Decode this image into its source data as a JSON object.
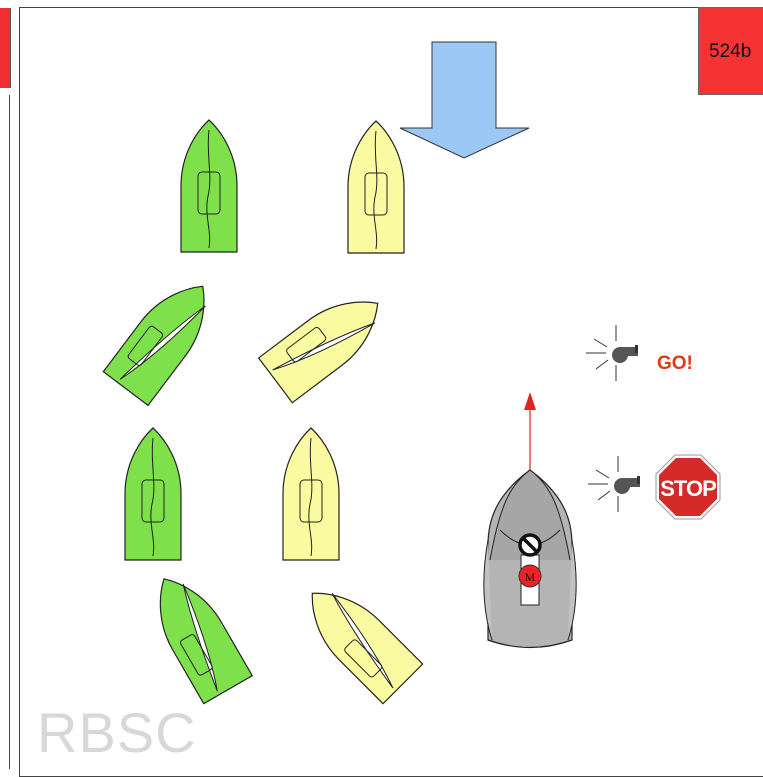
{
  "badge": {
    "label": "524b"
  },
  "signals": {
    "go_label": "GO!",
    "stop_label": "STOP"
  },
  "marker": {
    "letter": "M"
  },
  "watermark": {
    "text": "RBSC"
  },
  "colors": {
    "green_boat": "#7ee04a",
    "yellow_boat": "#fafaa0",
    "committee_boat": "#b4b4b4",
    "wind_arrow": "#9cc8f5",
    "badge": "#f53333",
    "stop_sign": "#d42a2a",
    "course_arrow": "#e52222"
  },
  "icons": {
    "wind": "wind-arrow-icon",
    "go_signal": "whistle-icon",
    "stop_signal": "whistle-icon",
    "stop": "stop-sign-icon",
    "no_entry": "no-entry-icon"
  }
}
